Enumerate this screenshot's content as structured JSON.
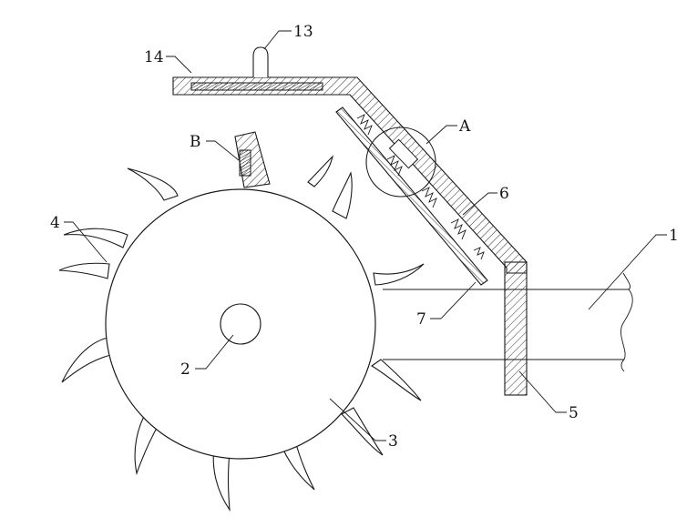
{
  "labels": {
    "l1": "1",
    "l2": "2",
    "l3": "3",
    "l4": "4",
    "l5": "5",
    "l6": "6",
    "l7": "7",
    "l13": "13",
    "l14": "14",
    "lA": "A",
    "lB": "B"
  },
  "colors": {
    "stroke": "#1a1a1a",
    "fill": "#ffffff"
  }
}
